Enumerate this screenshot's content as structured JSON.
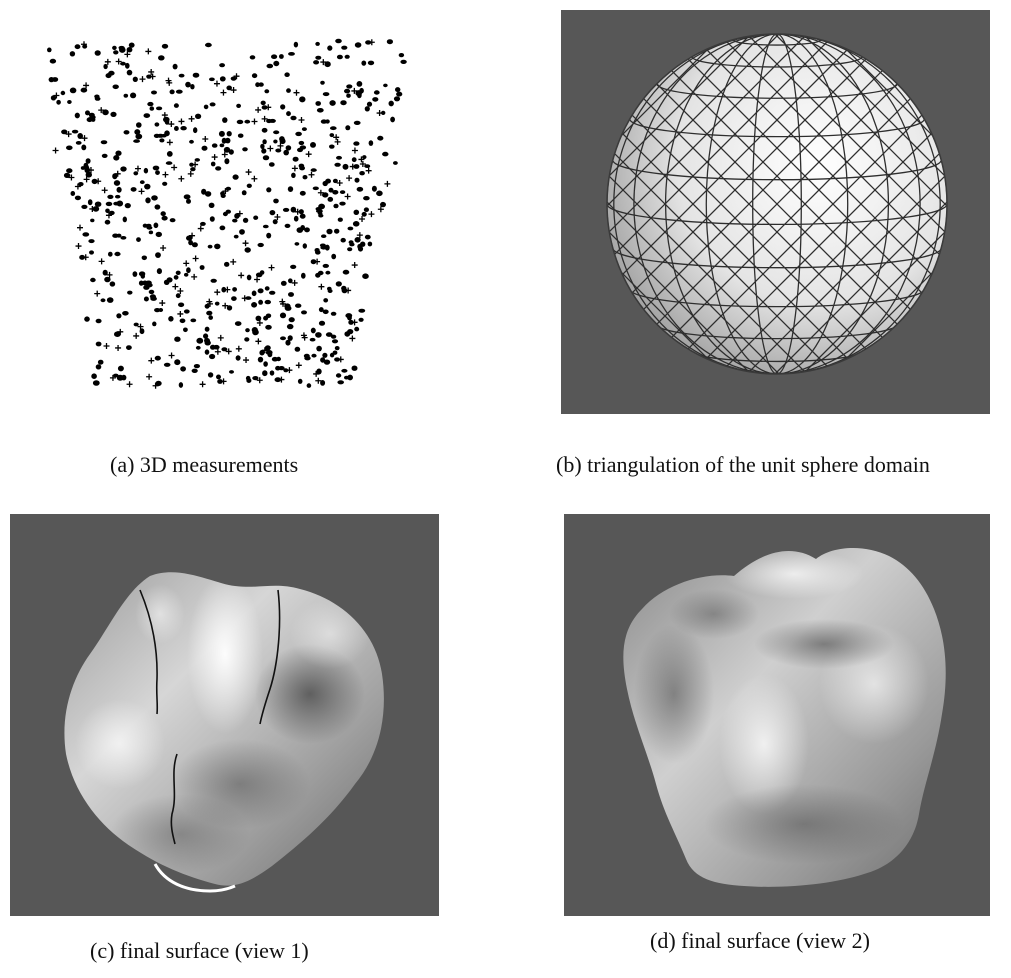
{
  "figure": {
    "panels": [
      {
        "id": "a",
        "caption": "(a) 3D measurements"
      },
      {
        "id": "b",
        "caption": "(b) triangulation of the unit sphere domain"
      },
      {
        "id": "c",
        "caption": "(c) final surface (view 1)"
      },
      {
        "id": "d",
        "caption": "(d) final surface (view 2)"
      }
    ],
    "colors": {
      "render_background": "#575757",
      "points": "#000000",
      "page": "#ffffff"
    }
  }
}
